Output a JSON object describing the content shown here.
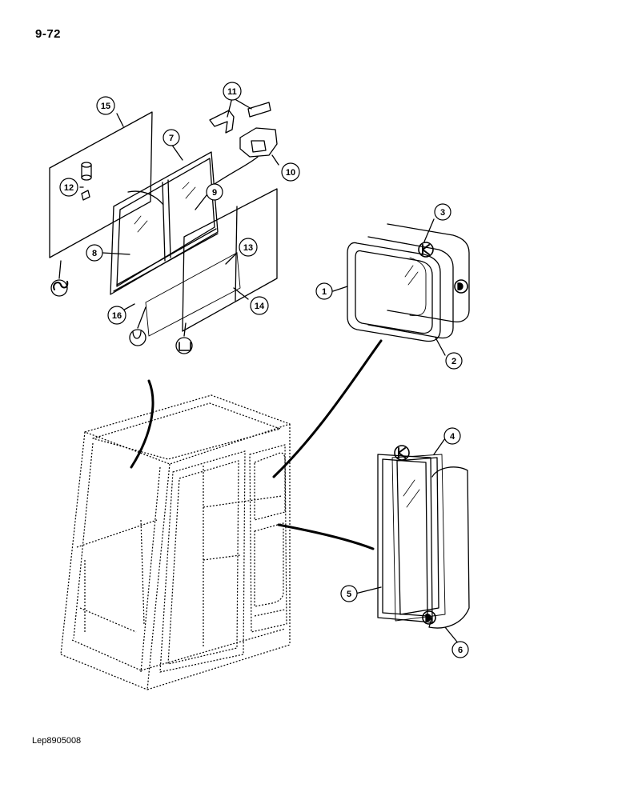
{
  "page": {
    "page_number": "9-72",
    "figure_code": "Lep8905008"
  },
  "callouts": [
    "1",
    "2",
    "3",
    "4",
    "5",
    "6",
    "7",
    "8",
    "9",
    "10",
    "11",
    "12",
    "13",
    "14",
    "15",
    "16"
  ]
}
